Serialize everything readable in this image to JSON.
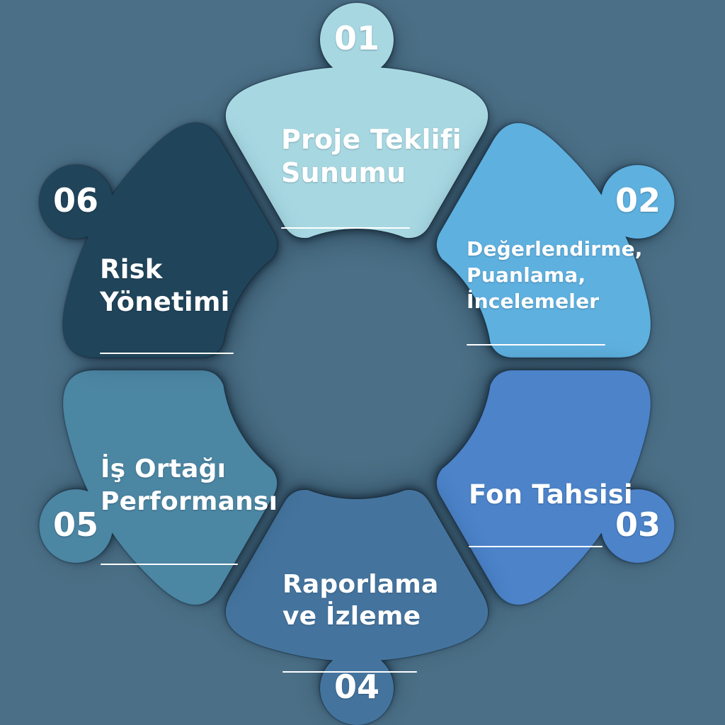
{
  "diagram": {
    "name": "funding-process-wheel",
    "background_color": "#4A6F86",
    "text_color": "#FFFFFF",
    "shadow_color": "#081420",
    "items": [
      {
        "number": "01",
        "title": "Proje Teklifi\nSunumu",
        "color": "#A7D8E2"
      },
      {
        "number": "02",
        "title": "Değerlendirme,\nPuanlama,\nİncelemeler",
        "color": "#5EB0DF"
      },
      {
        "number": "03",
        "title": "Fon Tahsisi",
        "color": "#4C83C9"
      },
      {
        "number": "04",
        "title": "Raporlama\nve İzleme",
        "color": "#44749E"
      },
      {
        "number": "05",
        "title": "İş Ortağı\nPerformansı",
        "color": "#4B86A3"
      },
      {
        "number": "06",
        "title": "Risk\nYönetimi",
        "color": "#20445A"
      }
    ]
  }
}
